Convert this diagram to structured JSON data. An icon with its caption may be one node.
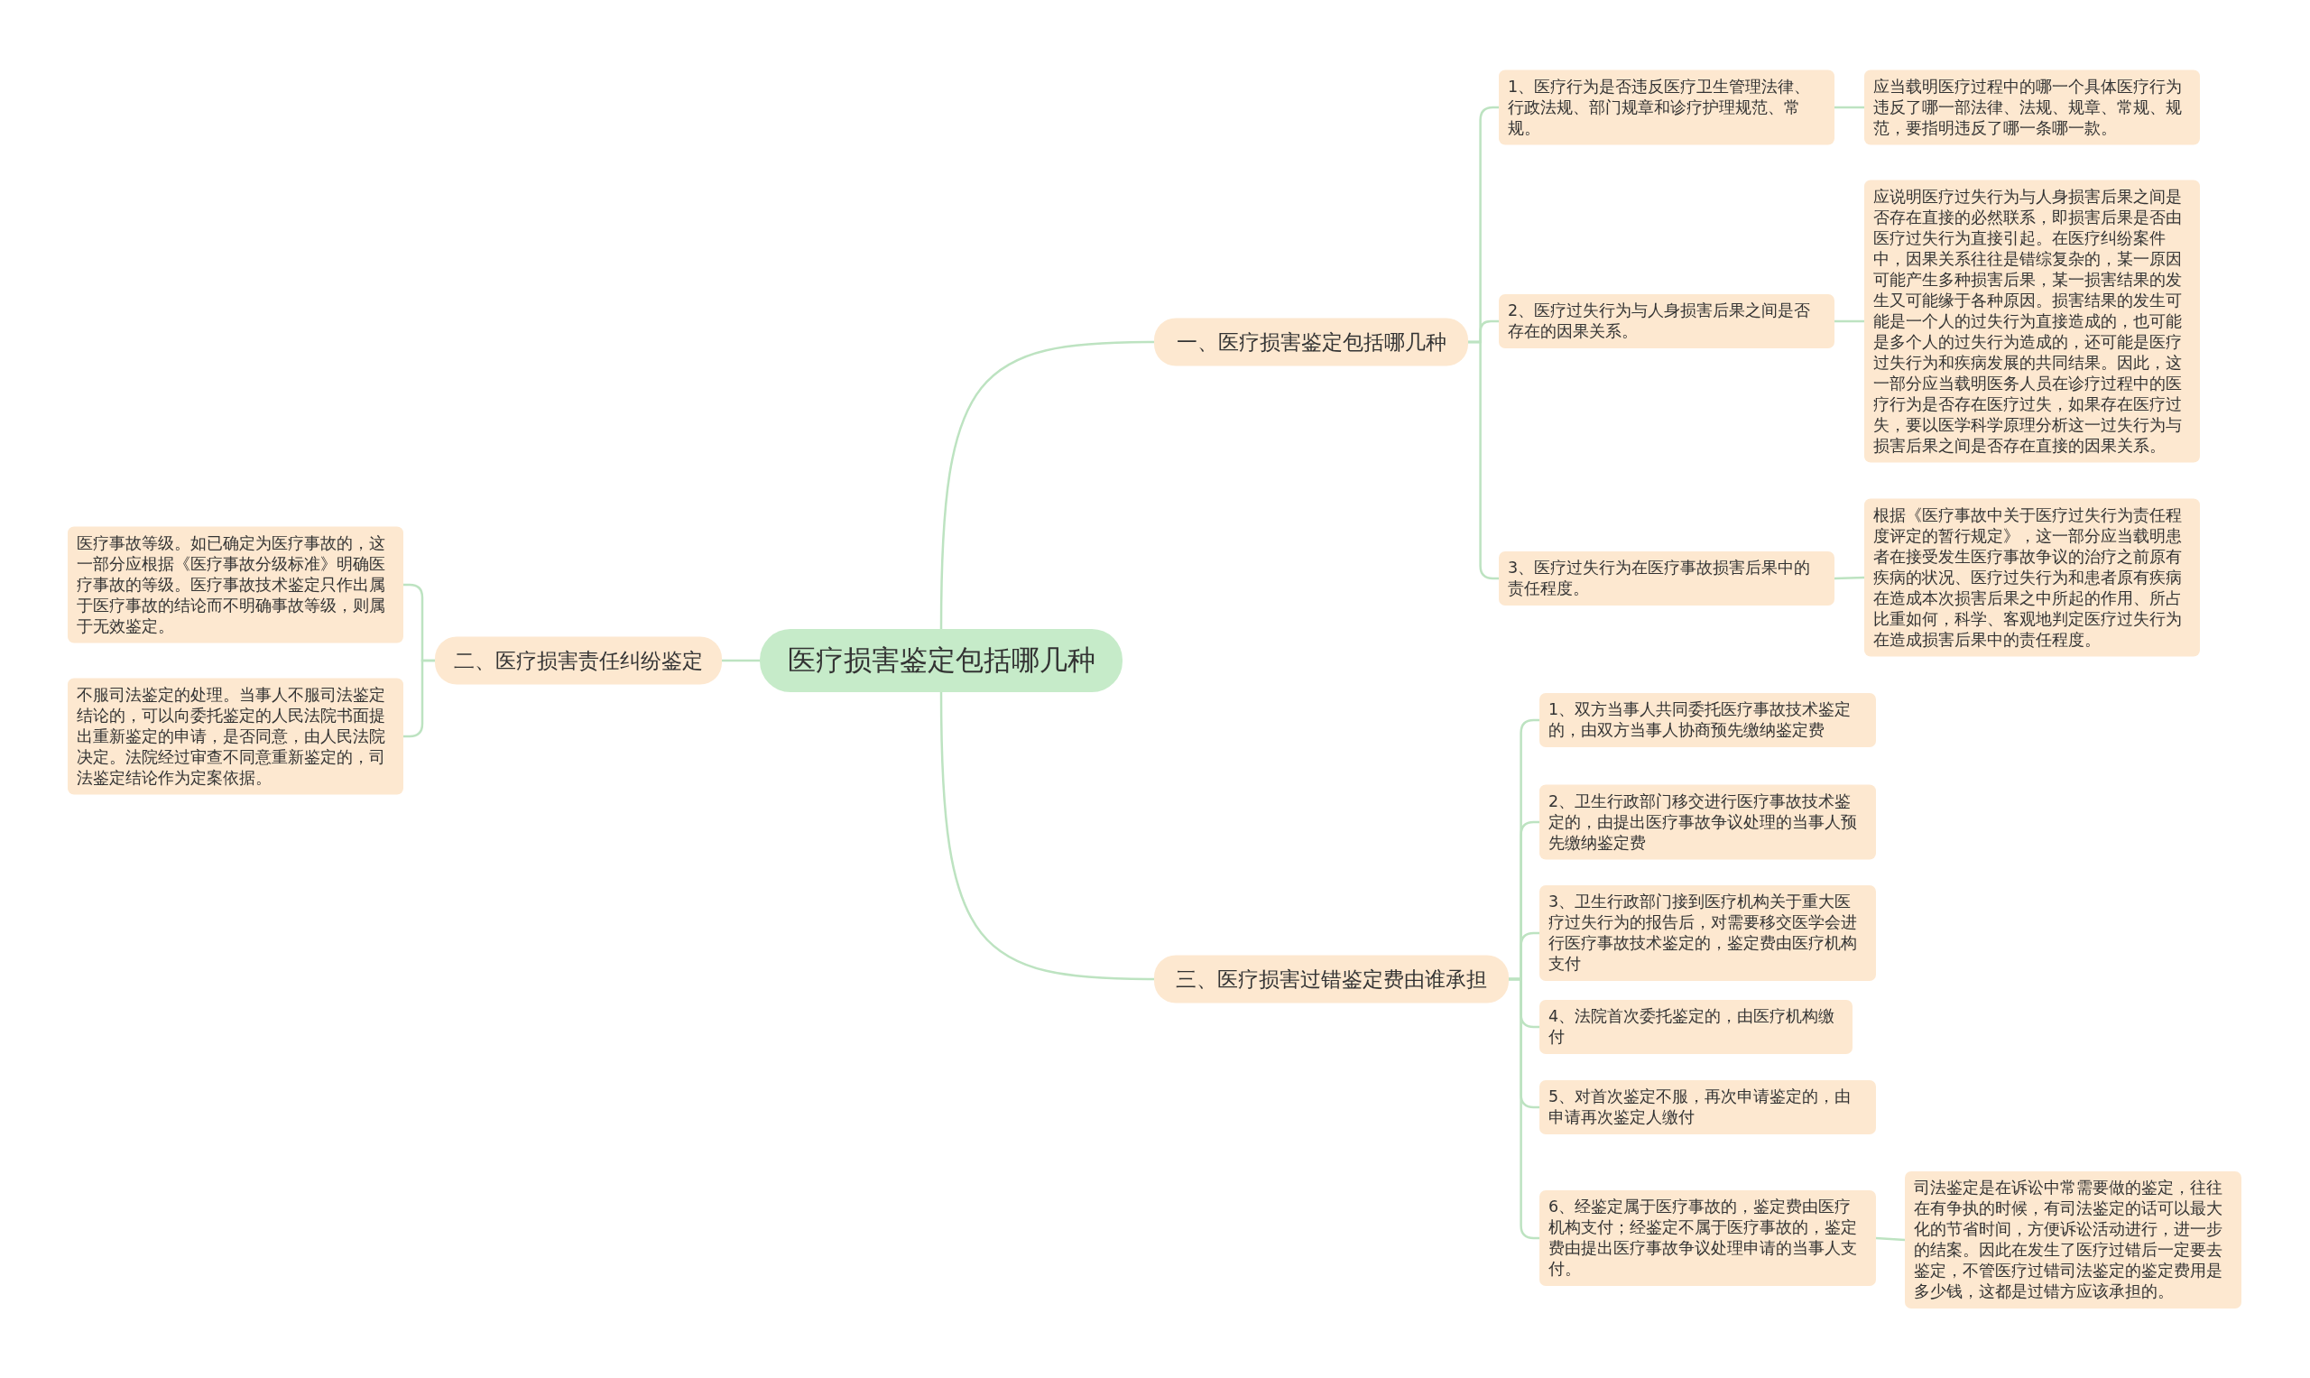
{
  "diagram": {
    "nodes": [
      {
        "text": [
          "医疗损害鉴定包括哪几种"
        ]
      },
      {
        "text": [
          "一、医疗损害鉴定包括哪几种"
        ]
      },
      {
        "text": [
          "1、医疗行为是否违反医疗卫生管理法律、行政法规、部门规章和诊疗护理规范、常规。"
        ]
      },
      {
        "text": [
          "应当载明医疗过程中的哪一个具体医疗行为违反了哪一部法律、法规、规章、常规、规范，要指明违反了哪一条哪一款。"
        ]
      },
      {
        "text": [
          "2、医疗过失行为与人身损害后果之间是否存在的因果关系。"
        ]
      },
      {
        "text": [
          "应说明医疗过失行为与人身损害后果之间是否存在直接的必然联系，即损害后果是否由医疗过失行为直接引起。在医疗纠纷案件中，因果关系往往是错综复杂的，某一原因可能产生多种损害后果，某一损害结果的发生又可能缘于各种原因。损害结果的发生可能是一个人的过失行为直接造成的，也可能是多个人的过失行为造成的，还可能是医疗过失行为和疾病发展的共同结果。因此，这一部分应当载明医务人员在诊疗过程中的医疗行为是否存在医疗过失，如果存在医疗过失，要以医学科学原理分析这一过失行为与损害后果之间是否存在直接的因果关系。"
        ]
      },
      {
        "text": [
          "3、医疗过失行为在医疗事故损害后果中的责任程度。"
        ]
      },
      {
        "text": [
          "根据《医疗事故中关于医疗过失行为责任程度评定的暂行规定》，这一部分应当载明患者在接受发生医疗事故争议的治疗之前原有疾病的状况、医疗过失行为和患者原有疾病在造成本次损害后果之中所起的作用、所占比重如何，科学、客观地判定医疗过失行为在造成损害后果中的责任程度。"
        ]
      },
      {
        "text": [
          "二、医疗损害责任纠纷鉴定"
        ]
      },
      {
        "text": [
          "医疗事故等级。如已确定为医疗事故的，这一部分应根据《医疗事故分级标准》明确医疗事故的等级。医疗事故技术鉴定只作出属于医疗事故的结论而不明确事故等级，则属于无效鉴定。"
        ]
      },
      {
        "text": [
          "不服司法鉴定的处理。当事人不服司法鉴定结论的，可以向委托鉴定的人民法院书面提出重新鉴定的申请，是否同意，由人民法院决定。法院经过审查不同意重新鉴定的，司法鉴定结论作为定案依据。"
        ]
      },
      {
        "text": [
          "三、医疗损害过错鉴定费由谁承担"
        ]
      },
      {
        "text": [
          "1、双方当事人共同委托医疗事故技术鉴定的，由双方当事人协商预先缴纳鉴定费"
        ]
      },
      {
        "text": [
          "2、卫生行政部门移交进行医疗事故技术鉴定的，由提出医疗事故争议处理的当事人预先缴纳鉴定费"
        ]
      },
      {
        "text": [
          "3、卫生行政部门接到医疗机构关于重大医疗过失行为的报告后，对需要移交医学会进行医疗事故技术鉴定的，鉴定费由医疗机构支付"
        ]
      },
      {
        "text": [
          "4、法院首次委托鉴定的，由医疗机构缴付"
        ]
      },
      {
        "text": [
          "5、对首次鉴定不服，再次申请鉴定的，由申请再次鉴定人缴付"
        ]
      },
      {
        "text": [
          "6、经鉴定属于医疗事故的，鉴定费由医疗机构支付；经鉴定不属于医疗事故的，鉴定费由提出医疗事故争议处理申请的当事人支付。"
        ]
      },
      {
        "text": [
          "司法鉴定是在诉讼中常需要做的鉴定，往往在有争执的时候，有司法鉴定的话可以最大化的节省时间，方便诉讼活动进行，进一步的结案。因此在发生了医疗过错后一定要去鉴定，不管医疗过错司法鉴定的鉴定费用是多少钱，这都是过错方应该承担的。"
        ]
      }
    ],
    "edges": [
      {
        "from": 0,
        "to": 1,
        "arrow": "none"
      },
      {
        "from": 1,
        "to": 2,
        "arrow": "none"
      },
      {
        "from": 2,
        "to": 3,
        "arrow": "none"
      },
      {
        "from": 1,
        "to": 4,
        "arrow": "none"
      },
      {
        "from": 4,
        "to": 5,
        "arrow": "none"
      },
      {
        "from": 1,
        "to": 6,
        "arrow": "none"
      },
      {
        "from": 6,
        "to": 7,
        "arrow": "none"
      },
      {
        "from": 0,
        "to": 8,
        "arrow": "none"
      },
      {
        "from": 8,
        "to": 9,
        "arrow": "none"
      },
      {
        "from": 8,
        "to": 10,
        "arrow": "none"
      },
      {
        "from": 0,
        "to": 11,
        "arrow": "none"
      },
      {
        "from": 11,
        "to": 12,
        "arrow": "none"
      },
      {
        "from": 11,
        "to": 13,
        "arrow": "none"
      },
      {
        "from": 11,
        "to": 14,
        "arrow": "none"
      },
      {
        "from": 11,
        "to": 15,
        "arrow": "none"
      },
      {
        "from": 11,
        "to": 16,
        "arrow": "none"
      },
      {
        "from": 11,
        "to": 17,
        "arrow": "none"
      },
      {
        "from": 17,
        "to": 18,
        "arrow": "none"
      }
    ]
  }
}
